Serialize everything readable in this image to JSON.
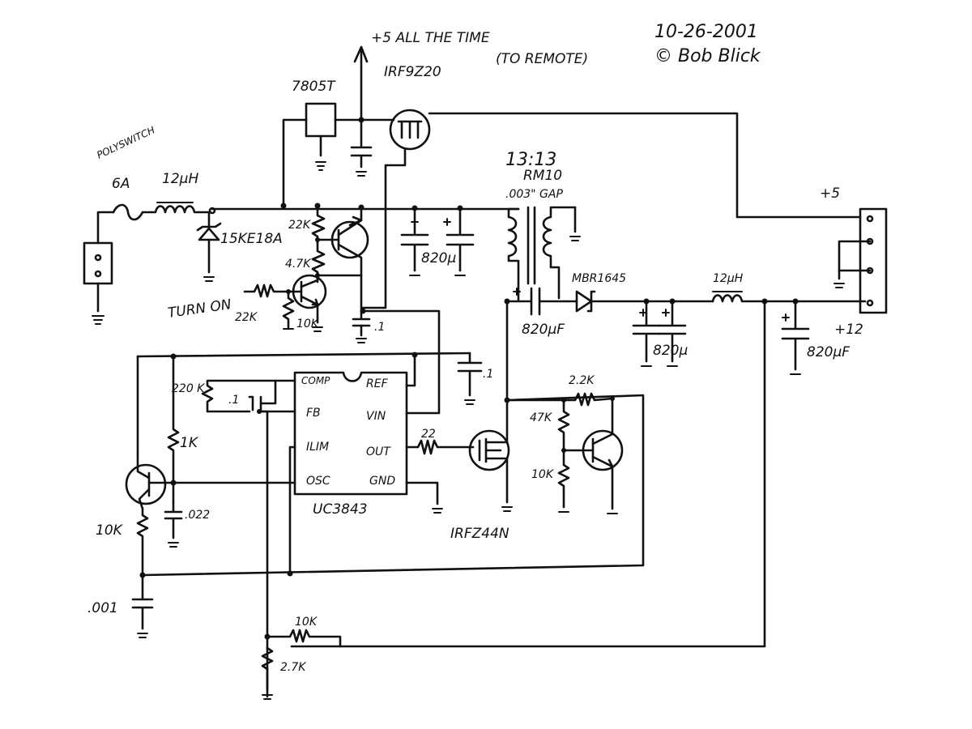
{
  "header": {
    "date": "10-26-2001",
    "author": "© Bob Blick",
    "note_top": "+5 ALL THE TIME",
    "note_remote": "(TO REMOTE)"
  },
  "labels": {
    "regulator": "7805T",
    "pfet": "IRF9Z20",
    "polyswitch": "POLYSWITCH",
    "fuse": "6A",
    "inductor_in": "12µH",
    "tvs": "15KE18A",
    "r22k_top": "22K",
    "r47k_left": "4.7K",
    "turn_on": "TURN ON",
    "r22k_in": "22K",
    "r10k_base": "10K",
    "cap_01_a": ".1",
    "cap_820_in": "820µ",
    "xfmr_ratio": "13:13",
    "xfmr_core": "RM10",
    "xfmr_gap": ".003\" GAP",
    "cap_820_couple": "820µF",
    "diode": "MBR1645",
    "cap_820_out1": "820µ",
    "inductor_out": "12µH",
    "cap_820_out2": "820µF",
    "plus5": "+5",
    "plus12": "+12",
    "cap_01_b": ".1",
    "ic": "UC3843",
    "pin_comp": "COMP",
    "pin_ref": "REF",
    "pin_fb": "FB",
    "pin_vin": "VIN",
    "pin_ilim": "ILIM",
    "pin_out": "OUT",
    "pin_osc": "OSC",
    "pin_gnd": "GND",
    "r220k": "220 K",
    "cap_01_c": ".1",
    "r1k": "1K",
    "cap_022": ".022",
    "r10k_left": "10K",
    "cap_001": ".001",
    "r22_gate": "22",
    "nfet": "IRFZ44N",
    "r2_2k": "2.2K",
    "r47k_right": "47K",
    "r10k_right": "10K",
    "r10k_fb": "10K",
    "r2_7k": "2.7K"
  }
}
